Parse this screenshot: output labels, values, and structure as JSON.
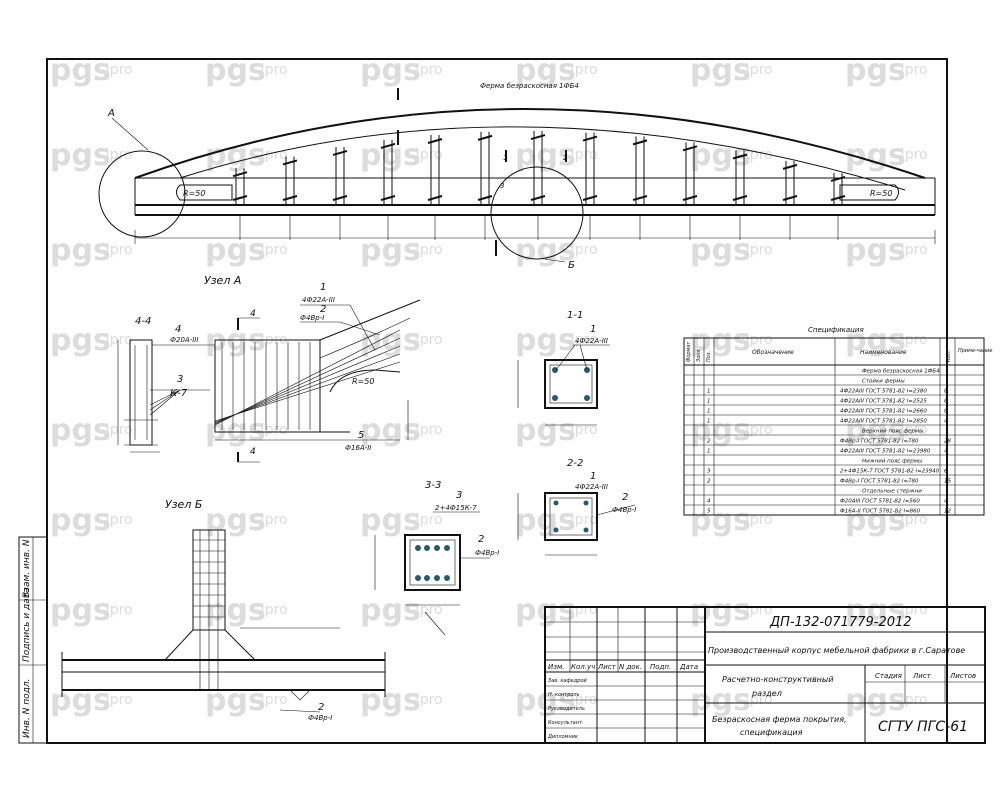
{
  "watermark": {
    "brand": "pgs",
    "suffix": "pro"
  },
  "main_view": {
    "title": "Ферма безраскосная 1ФБ4",
    "node_a_label": "А",
    "node_b_label": "Б",
    "radius_left": "R=50",
    "radius_right": "R=50",
    "section_1": "1",
    "section_2": "2",
    "section_3": "3"
  },
  "node_a": {
    "title": "Узел А",
    "section": "4-4",
    "cut_label": "4",
    "callout_1": "1",
    "callout_1_text": "4Ф22А-III",
    "callout_2": "2",
    "callout_2_text": "Ф4Вр-I",
    "callout_3": "3",
    "callout_3_text": "К-7",
    "callout_4": "4",
    "callout_4_text": "Ф20А-III",
    "callout_5": "5",
    "callout_5_text": "Ф16А-II",
    "radius": "R=50"
  },
  "node_b": {
    "title": "Узел Б",
    "callout_2": "2",
    "callout_2_text": "Ф4Вр-I"
  },
  "sections": {
    "s11": {
      "title": "1-1",
      "callout": "1",
      "text": "4Ф22А-III"
    },
    "s22": {
      "title": "2-2",
      "callout_1": "1",
      "text_1": "4Ф22А-III",
      "callout_2": "2",
      "text_2": "Ф4Вр-I"
    },
    "s33": {
      "title": "3-3",
      "callout_3": "3",
      "text_3": "2+4Ф15К-7",
      "callout_2": "2",
      "text_2": "Ф4Вр-I"
    }
  },
  "spec": {
    "title": "Спецификация",
    "headers": [
      "Формат",
      "Зона",
      "Поз.",
      "Обозначение",
      "Наименование",
      "Кол.",
      "Приме-чание"
    ],
    "rows": [
      {
        "pos": "",
        "name": "Ферма безраскосная 1ФБ4",
        "qty": ""
      },
      {
        "pos": "",
        "name": "Стойки фермы",
        "qty": ""
      },
      {
        "pos": "1",
        "name": "4Ф22АIII ГОСТ 5781-82 l=2380",
        "qty": "8"
      },
      {
        "pos": "1",
        "name": "4Ф22АIII ГОСТ 5781-82 l=2525",
        "qty": "8"
      },
      {
        "pos": "1",
        "name": "4Ф22АIII ГОСТ 5781-82 l=2660",
        "qty": "8"
      },
      {
        "pos": "1",
        "name": "4Ф22АIII ГОСТ 5781-82 l=2850",
        "qty": "4"
      },
      {
        "pos": "",
        "name": "Верхний пояс фермы",
        "qty": ""
      },
      {
        "pos": "2",
        "name": "Ф4Вр-I ГОСТ 5781-82 l=780",
        "qty": "28"
      },
      {
        "pos": "1",
        "name": "4Ф22АIII ГОСТ 5781-82 l=23980",
        "qty": "4"
      },
      {
        "pos": "",
        "name": "Нижний пояс фермы",
        "qty": ""
      },
      {
        "pos": "3",
        "name": "2+4Ф15К-7 ГОСТ 5781-82 l=23940",
        "qty": "6"
      },
      {
        "pos": "2",
        "name": "Ф4Вр-I ГОСТ 5781-82 l=780",
        "qty": "15"
      },
      {
        "pos": "",
        "name": "Отдельные стержни",
        "qty": ""
      },
      {
        "pos": "4",
        "name": "Ф20АIII ГОСТ 5781-82 l=560",
        "qty": "4"
      },
      {
        "pos": "5",
        "name": "Ф16А-II ГОСТ 5781-82 l=860",
        "qty": "12"
      }
    ]
  },
  "side_stamp": {
    "inv_sub": "Взам. инв. N",
    "sign_date": "Подпись и дата",
    "inv_orig": "Инв. N подл."
  },
  "title_block": {
    "code": "ДП-132-071779-2012",
    "project": "Производственный корпус мебельной фабрики в г.Саратове",
    "section": "Расчетно-конструктивный раздел",
    "sheet_name": "Безраскосная ферма покрытия, спецификация",
    "org": "СГТУ ПГС-61",
    "stage_label": "Стадия",
    "sheet_label": "Лист",
    "sheets_label": "Листов",
    "col_headers": [
      "Изм.",
      "Кол.уч",
      "Лист",
      "N док.",
      "Подп.",
      "Дата"
    ],
    "roles": [
      "Зав. кафедрой",
      "Н. контроль",
      "Руководитель",
      "Консультант",
      "Дипломник"
    ]
  }
}
